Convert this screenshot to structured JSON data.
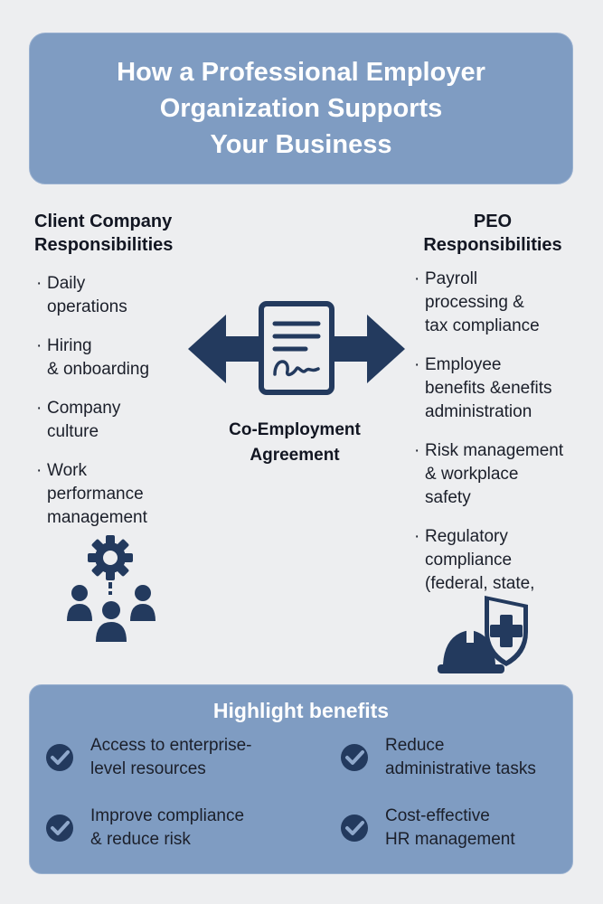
{
  "title": {
    "lines": [
      "How a Professional Employer",
      "Organization Supports",
      "Your Business"
    ]
  },
  "client": {
    "heading_lines": [
      "Client Company",
      "Responsibilities"
    ],
    "items": [
      {
        "lines": [
          "Daily",
          "operations"
        ]
      },
      {
        "lines": [
          "Hiring",
          "& onboarding"
        ]
      },
      {
        "lines": [
          "Company",
          "culture"
        ]
      },
      {
        "lines": [
          "Work",
          "performance",
          "management"
        ]
      }
    ]
  },
  "peo": {
    "heading_lines": [
      "PEO",
      "Responsibilities"
    ],
    "items": [
      {
        "lines": [
          "Payroll",
          "processing &",
          "tax compliance"
        ]
      },
      {
        "lines": [
          "Employee",
          "benefits &enefits",
          "administration"
        ]
      },
      {
        "lines": [
          "Risk management",
          "& workplace",
          "safety"
        ]
      },
      {
        "lines": [
          "Regulatory",
          "compliance",
          "(federal, state,"
        ]
      }
    ]
  },
  "center": {
    "label_lines": [
      "Co-Employment",
      "Agreement"
    ],
    "document_icon": "contract-document-icon",
    "arrow_icon": "double-arrow-icon"
  },
  "icons": {
    "team": "team-gear-icon",
    "safety": "hardhat-shield-icon",
    "check": "check-circle-icon"
  },
  "benefits": {
    "title": "Highlight benefits",
    "items": [
      {
        "lines": [
          "Access to enterprise-",
          "level resources"
        ]
      },
      {
        "lines": [
          "Reduce",
          "administrative tasks"
        ]
      },
      {
        "lines": [
          "Improve compliance",
          "& reduce risk"
        ]
      },
      {
        "lines": [
          "Cost-effective",
          "HR management"
        ]
      }
    ]
  },
  "colors": {
    "background": "#edeef0",
    "panel": "#7f9cc2",
    "icon_navy": "#233a5e",
    "heading_text": "#121622",
    "white": "#ffffff"
  }
}
